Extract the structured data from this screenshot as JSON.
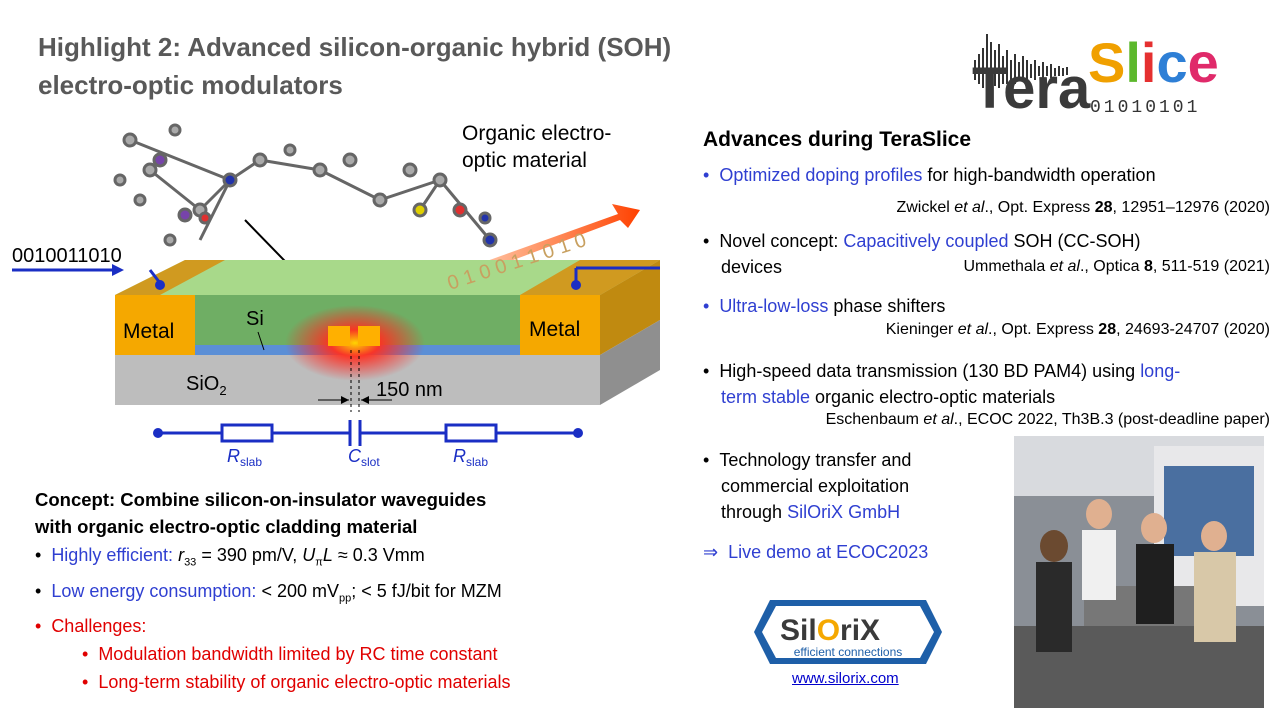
{
  "title": {
    "line1": "Highlight 2: Advanced silicon-organic hybrid (SOH)",
    "line2": "electro-optic modulators"
  },
  "logo": {
    "part1": "Tera",
    "part2_letters": [
      "S",
      "l",
      "i",
      "c",
      "e"
    ],
    "digits": "01010101"
  },
  "diagram": {
    "organic_label_1": "Organic electro-",
    "organic_label_2": "optic material",
    "bits_in": "0010011010",
    "bits_out": "0 1 0 0 1 1 0 1 0",
    "metal_left": "Metal",
    "metal_right": "Metal",
    "si": "Si",
    "sio2": "SiO",
    "sio2_sub": "2",
    "dimension": "150 nm",
    "r_slab": "R",
    "r_slab_sub": "slab",
    "c_slot": "C",
    "c_slot_sub": "slot"
  },
  "concept": {
    "heading1": "Concept: Combine silicon-on-insulator  waveguides",
    "heading2": "with organic electro-optic cladding material",
    "b1_blue": "Highly efficient:",
    "b1_r": "r",
    "b1_r_sub": "33",
    "b1_rest1": " = 390 pm/V,  ",
    "b1_u": "U",
    "b1_u_sub": "π",
    "b1_l": "L",
    "b1_rest2": " ≈ 0.3 Vmm",
    "b2_blue": "Low energy consumption:",
    "b2_rest1": "  < 200 mV",
    "b2_sub": "pp",
    "b2_rest2": ";  < 5 fJ/bit for MZM",
    "b3": "Challenges:",
    "sub1": "Modulation bandwidth  limited by RC time constant",
    "sub2": "Long-term stability of organic electro-optic materials"
  },
  "advances": {
    "title": "Advances during TeraSlice",
    "i1_blue": "Optimized  doping profiles",
    "i1_rest": " for high-bandwidth  operation",
    "i1_ref_a": "Zwickel ",
    "i1_ref_b": "et al",
    "i1_ref_c": "., Opt. Express ",
    "i1_ref_d": "28",
    "i1_ref_e": ", 12951–12976 (2020)",
    "i2_a": "Novel concept: ",
    "i2_blue": "Capacitively coupled",
    "i2_b": " SOH (CC-SOH)",
    "i2_c": "devices",
    "i2_ref_a": "Ummethala ",
    "i2_ref_b": "et al",
    "i2_ref_c": "., Optica ",
    "i2_ref_d": "8",
    "i2_ref_e": ", 511-519 (2021)",
    "i3_blue": "Ultra-low-loss",
    "i3_rest": " phase shifters",
    "i3_ref_a": "Kieninger ",
    "i3_ref_b": "et al",
    "i3_ref_c": "., Opt. Express ",
    "i3_ref_d": "28",
    "i3_ref_e": ", 24693-24707 (2020)",
    "i4_a": "High-speed  data transmission  (130 BD PAM4) using ",
    "i4_blue1": "long-",
    "i4_blue2": "term stable",
    "i4_b": " organic electro-optic materials",
    "i4_ref_a": "Eschenbaum ",
    "i4_ref_b": "et al",
    "i4_ref_c": "., ECOC 2022, Th3B.3 (post-deadline paper)",
    "i5_1": "Technology transfer and",
    "i5_2": "commercial exploitation",
    "i5_3a": "through  ",
    "i5_3b": "SilOriX GmbH",
    "demo_arrow": "⇒",
    "demo": "Live demo at ECOC2023"
  },
  "silorix": {
    "name_a": "Sil",
    "name_b": "O",
    "name_c": "riX",
    "tagline": "efficient connections",
    "url": "www.silorix.com"
  },
  "colors": {
    "blue": "#2f3fd1",
    "red": "#e00000",
    "title_gray": "#595959",
    "metal": "#f5a800"
  }
}
